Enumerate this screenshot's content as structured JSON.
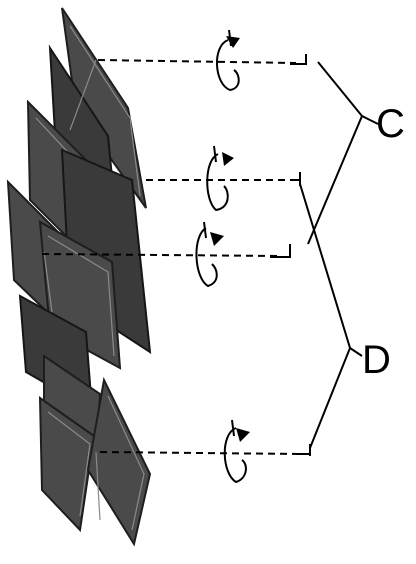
{
  "labels": {
    "group_c": "C",
    "group_d": "D"
  },
  "colors": {
    "plate_fill": "#4a4a4a",
    "plate_stroke": "#1e1e1e",
    "line": "#000000",
    "background": "#ffffff"
  },
  "elements": {
    "rotation_axes": 4,
    "rotation_marker": "circular-arrow-icon"
  }
}
